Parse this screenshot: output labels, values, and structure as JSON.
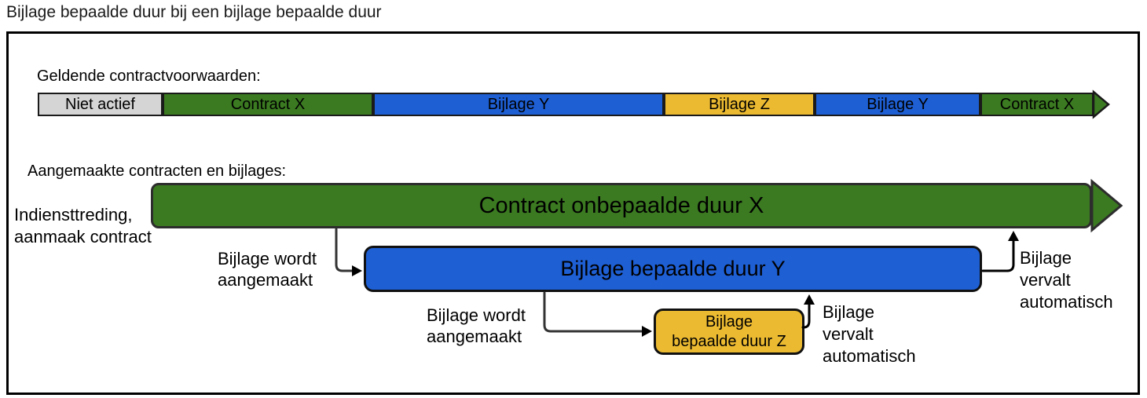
{
  "title": "Bijlage bepaalde duur bij een bijlage bepaalde duur",
  "colors": {
    "green": "#3b7a21",
    "blue": "#1e5fd4",
    "yellow": "#ebba31",
    "gray": "#d5d5d5"
  },
  "headings": {
    "conditions": "Geldende contractvoorwaarden:",
    "created": "Aangemaakte contracten en bijlages:"
  },
  "timeline": {
    "segments": [
      {
        "label": "Niet actief",
        "color": "gray"
      },
      {
        "label": "Contract X",
        "color": "green"
      },
      {
        "label": "Bijlage Y",
        "color": "blue"
      },
      {
        "label": "Bijlage Z",
        "color": "yellow"
      },
      {
        "label": "Bijlage Y",
        "color": "blue"
      },
      {
        "label": "Contract X",
        "color": "green"
      }
    ]
  },
  "boxes": {
    "contract_x": {
      "label": "Contract onbepaalde duur X"
    },
    "bijlage_y": {
      "label": "Bijlage bepaalde duur Y"
    },
    "bijlage_z": {
      "line1": "Bijlage",
      "line2": "bepaalde duur Z"
    }
  },
  "annotations": {
    "indiensttreding": {
      "line1": "Indiensttreding,",
      "line2": "aanmaak contract"
    },
    "aangemaakt_1": {
      "line1": "Bijlage wordt",
      "line2": "aangemaakt"
    },
    "aangemaakt_2": {
      "line1": "Bijlage wordt",
      "line2": "aangemaakt"
    },
    "vervalt_1": {
      "line1": "Bijlage",
      "line2": "vervalt",
      "line3": "automatisch"
    },
    "vervalt_2": {
      "line1": "Bijlage",
      "line2": "vervalt",
      "line3": "automatisch"
    }
  }
}
